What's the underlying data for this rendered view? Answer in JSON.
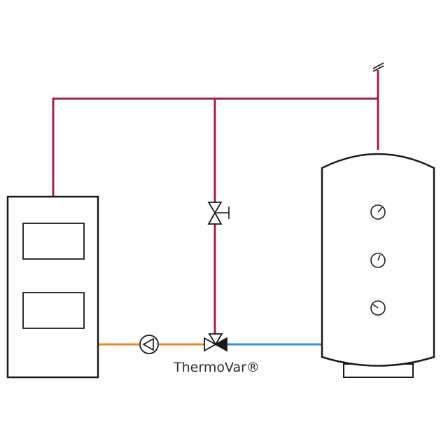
{
  "diagram": {
    "valve_label": "ThermoVar®",
    "colors": {
      "supply_pipe": "#a0204a",
      "cold_return_pipe": "#3a8fd6",
      "boiler_return_pipe": "#e8892c",
      "outline": "#1a1a1a",
      "background": "#ffffff"
    },
    "components": [
      "boiler",
      "circulation-pump",
      "thermovar-three-way-valve",
      "manual-bypass-valve",
      "storage-tank",
      "tank-thermometer-top",
      "tank-thermometer-middle",
      "tank-thermometer-bottom",
      "vent-outlet"
    ]
  }
}
